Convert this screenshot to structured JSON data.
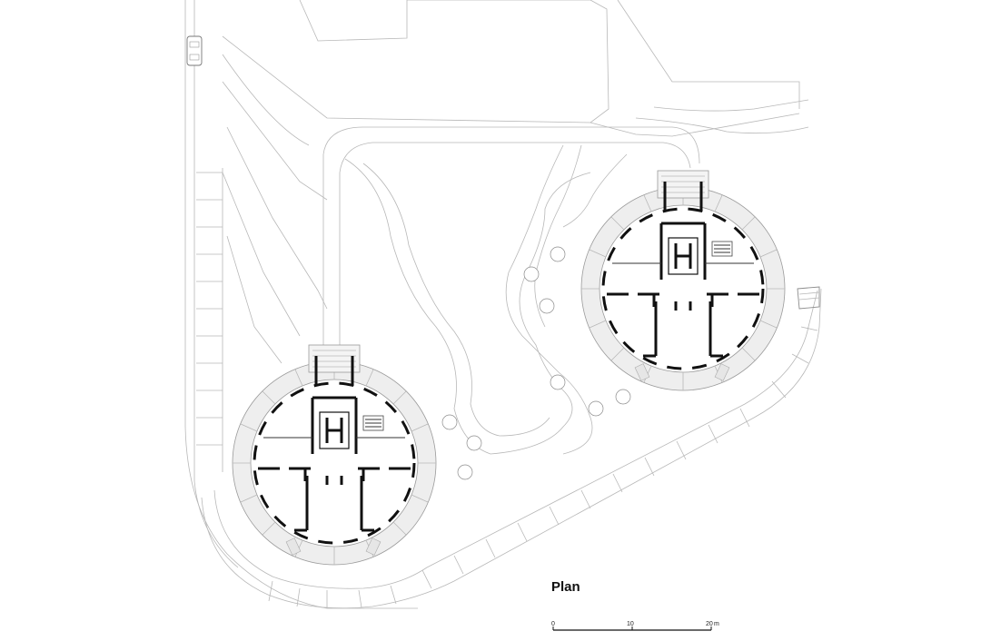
{
  "plan": {
    "title": "Plan"
  },
  "scale_bar": {
    "ticks": [
      "0",
      "10",
      "20"
    ],
    "unit": "m"
  }
}
